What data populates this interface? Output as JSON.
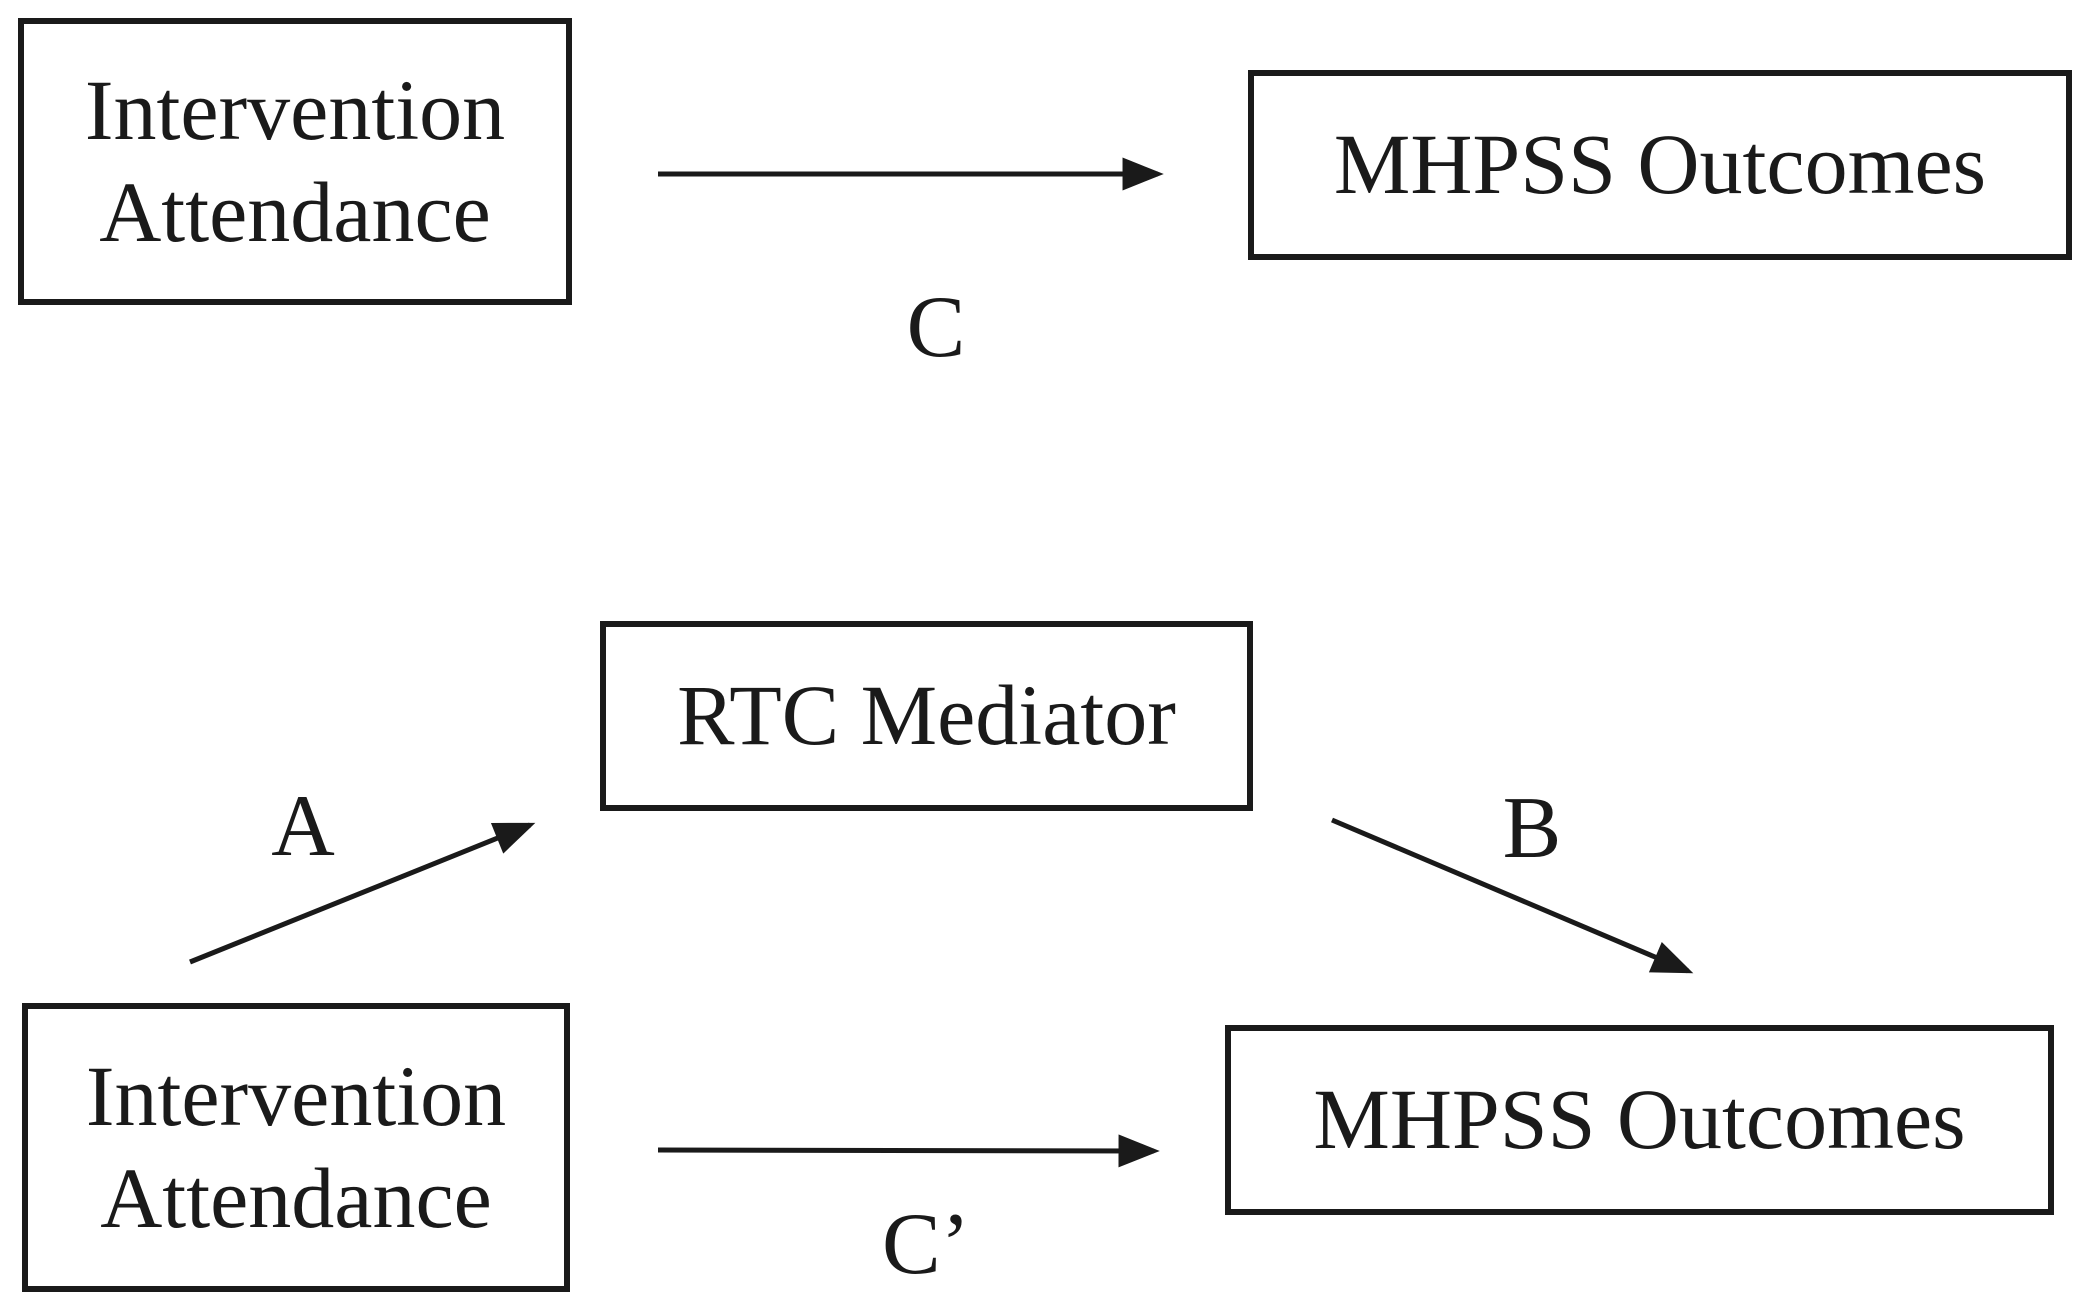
{
  "diagram": {
    "colors": {
      "ink": "#1a1a1a",
      "background": "#ffffff"
    },
    "top_model": {
      "predictor": "Intervention\nAttendance",
      "outcome": "MHPSS Outcomes",
      "path_c": "C"
    },
    "mediation_model": {
      "predictor": "Intervention\nAttendance",
      "mediator": "RTC Mediator",
      "outcome": "MHPSS Outcomes",
      "path_a": "A",
      "path_b": "B",
      "path_c_prime": "C’"
    }
  }
}
